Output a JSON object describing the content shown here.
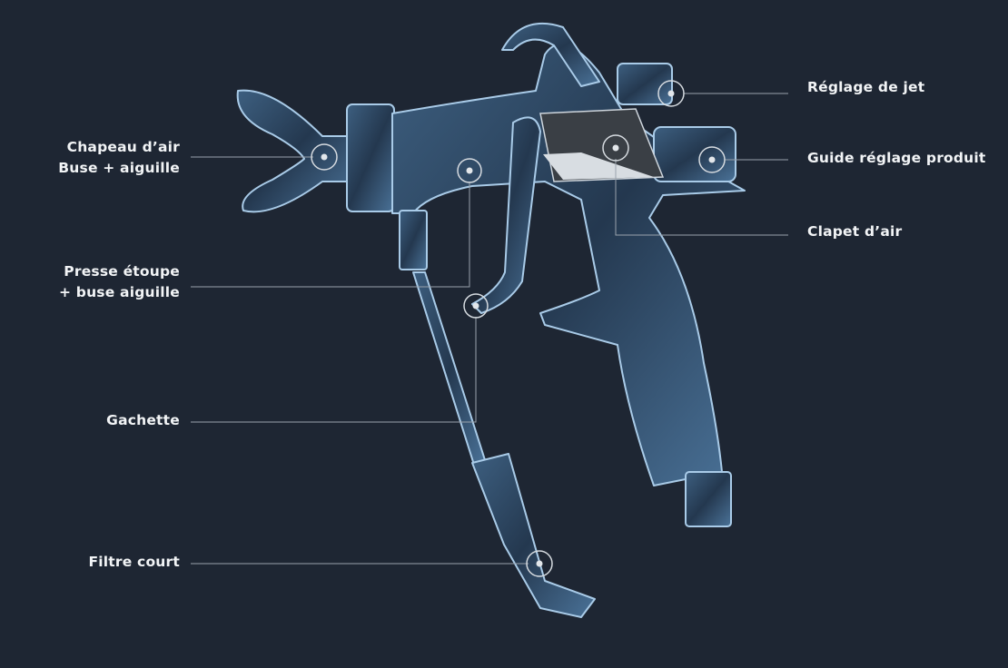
{
  "title": "Pistolet airless - nomenclature",
  "colors": {
    "background": "#1e2633",
    "metal": "#7fa8cc",
    "highlight": "#dbe9f5",
    "leader": "#9aa3ad"
  },
  "callouts": {
    "chapeau": {
      "line1": "Chapeau d’air",
      "line2": "Buse + aiguille"
    },
    "presse": {
      "line1": "Presse étoupe",
      "line2": "+ buse aiguille"
    },
    "gachette": {
      "line1": "Gachette"
    },
    "filtre": {
      "line1": "Filtre court"
    },
    "reglage_jet": {
      "line1": "Réglage de jet"
    },
    "guide": {
      "line1": "Guide réglage produit"
    },
    "clapet": {
      "line1": "Clapet d’air"
    }
  }
}
